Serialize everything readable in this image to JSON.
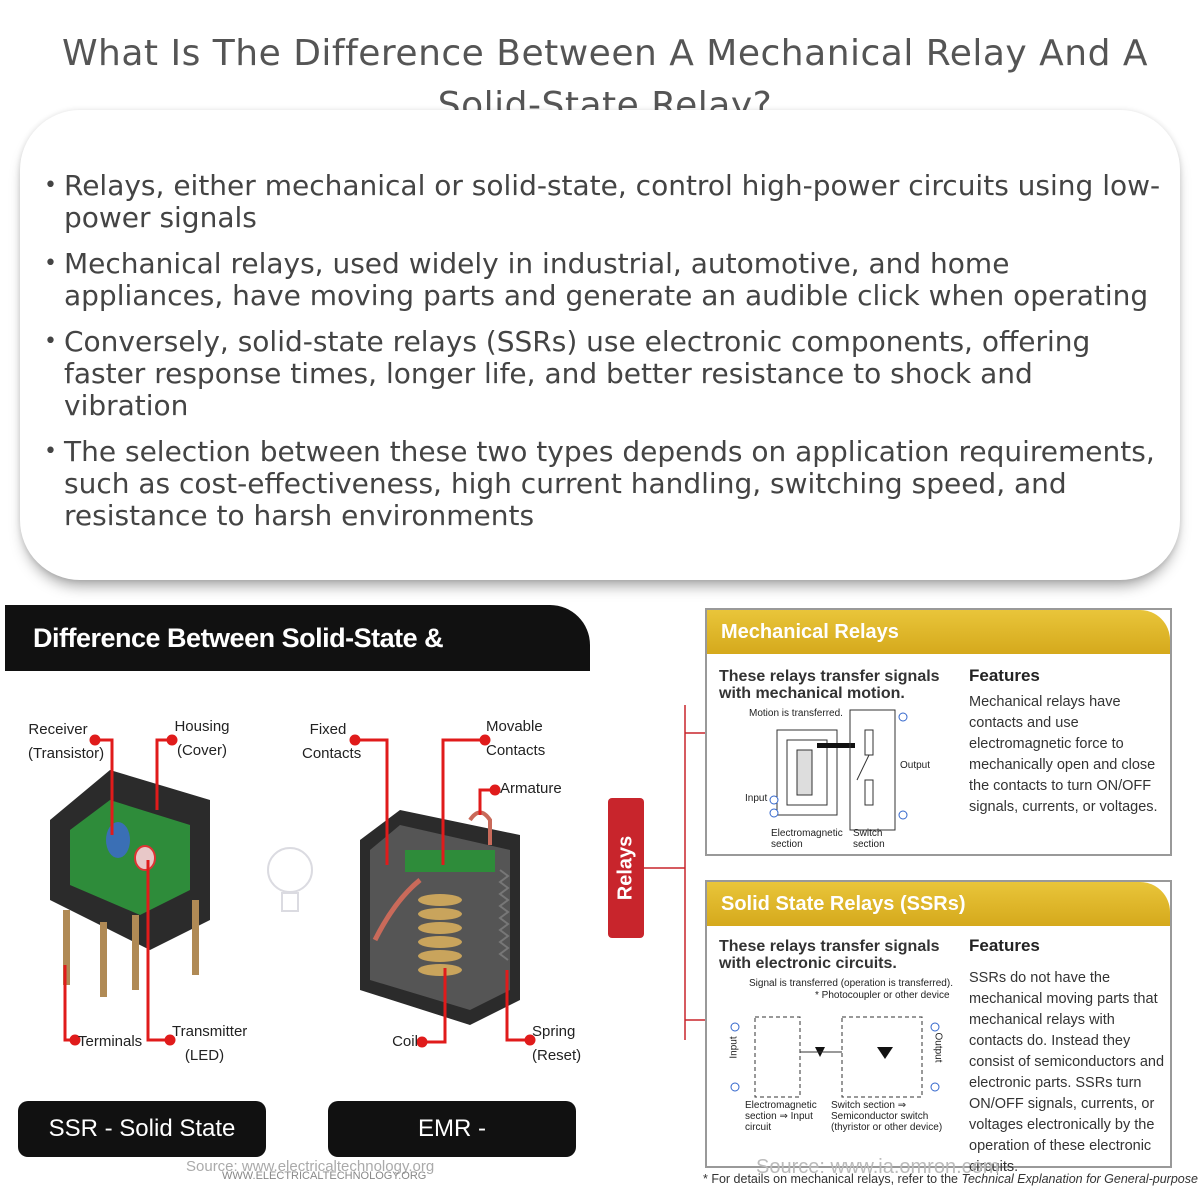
{
  "title": "What Is The Difference Between A Mechanical Relay And A Solid-State Relay?",
  "bullets": [
    "Relays, either mechanical or solid-state, control high-power circuits using low-power signals",
    "Mechanical relays, used widely in industrial, automotive, and home appliances, have moving parts and generate an audible click when operating",
    "Conversely, solid-state relays (SSRs) use electronic components, offering faster response times, longer life, and better resistance to shock and vibration",
    "The selection between these two types depends on application requirements, such as cost-effectiveness, high current handling, switching speed, and resistance to harsh environments"
  ],
  "left_figure": {
    "banner": "Difference Between Solid-State & Electromechanical Relay",
    "ssr_labels": {
      "receiver": "Receiver\n(Transistor)",
      "housing": "Housing\n(Cover)",
      "terminals": "Terminals",
      "transmitter": "Transmitter\n(LED)"
    },
    "emr_labels": {
      "fixed_contacts": "Fixed\nContacts",
      "movable_contacts": "Movable\nContacts",
      "armature": "Armature",
      "coil": "Coil",
      "spring": "Spring\n(Reset)"
    },
    "ssr_pill": "SSR - Solid State Relay",
    "emr_pill": "EMR - Electromechanical Relay",
    "source": "Source: www.electricaltechnology.org",
    "watermark": "WWW.ELECTRICALTECHNOLOGY.ORG"
  },
  "right_figure": {
    "tab": "Relays",
    "mechanical": {
      "header": "Mechanical Relays",
      "subtitle": "These relays transfer signals with mechanical motion.",
      "features_heading": "Features",
      "features": "Mechanical relays have contacts and use electromagnetic force to mechanically open and close the contacts to turn ON/OFF signals, currents, or voltages.",
      "diagram": {
        "motion": "Motion is transferred.",
        "input": "Input",
        "output": "Output",
        "em_section": "Electromagnetic section",
        "switch_section": "Switch section"
      }
    },
    "ssr": {
      "header": "Solid State Relays (SSRs)",
      "subtitle": "These relays transfer signals with electronic circuits.",
      "features_heading": "Features",
      "features": "SSRs do not have the mechanical moving parts that mechanical relays with contacts do. Instead they consist of semiconductors and electronic parts. SSRs turn ON/OFF signals, currents, or voltages electronically by the operation of these electronic circuits.",
      "diagram": {
        "signal": "Signal is transferred (operation is transferred).",
        "photocoupler": "* Photocoupler or other device",
        "input": "Input",
        "output": "Output",
        "em_section": "Electromagnetic section ⇒ Input circuit",
        "switch_section": "Switch section ⇒ Semiconductor switch (thyristor or other device)"
      }
    },
    "footnote_prefix": "* For details on mechanical relays, refer to the ",
    "footnote_italic": "Technical Explanation for General-purpose Rela",
    "source": "Source: www.ia.omron.com"
  },
  "colors": {
    "accent_red": "#c8252c",
    "gold": "#d9b02a",
    "banner_black": "#111111"
  }
}
